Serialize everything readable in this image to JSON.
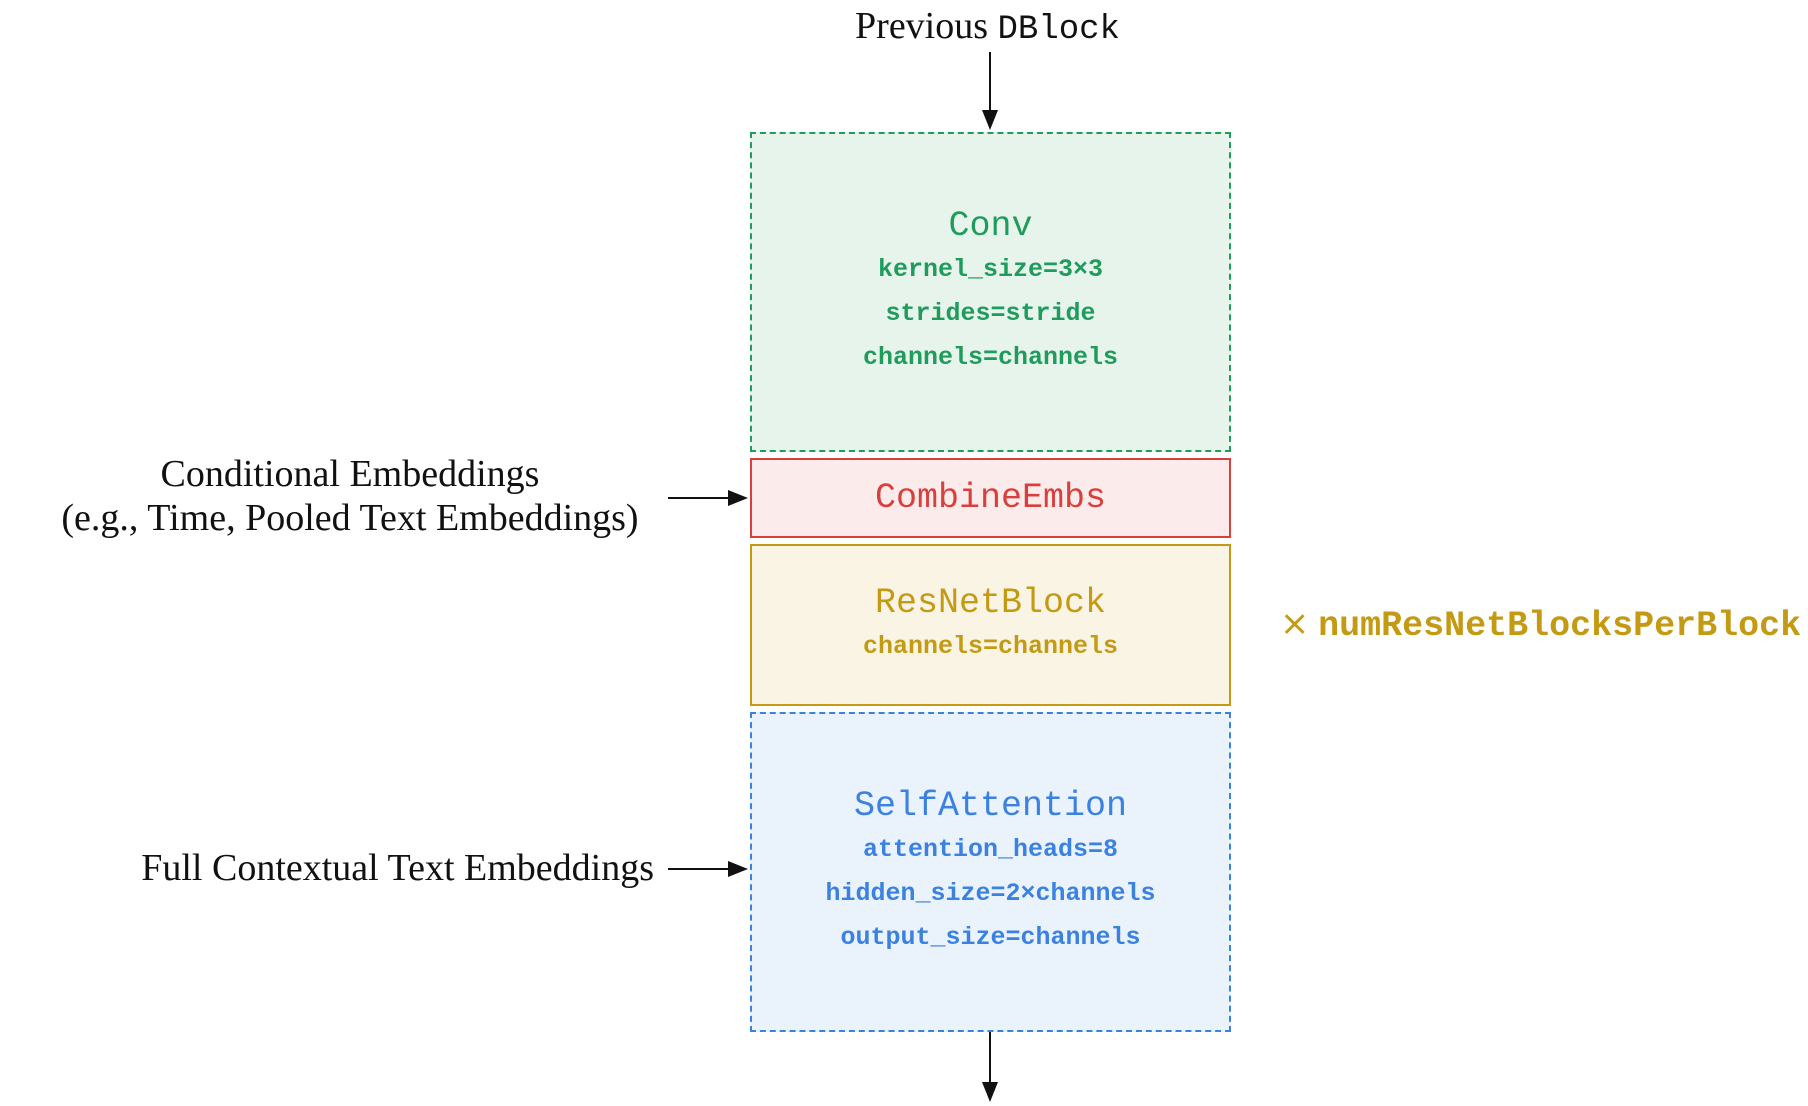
{
  "top_label": {
    "prefix": "Previous ",
    "code": "DBlock"
  },
  "blocks": {
    "conv": {
      "title": "Conv",
      "params": [
        "kernel_size=3×3",
        "strides=stride",
        "channels=channels"
      ],
      "color": "#1f9b5c",
      "fill": "#e7f4ec",
      "border_style": "dashed"
    },
    "combine": {
      "title": "CombineEmbs",
      "color": "#d8403e",
      "fill": "#fcebeb",
      "border_style": "solid"
    },
    "resnet": {
      "title": "ResNetBlock",
      "params": [
        "channels=channels"
      ],
      "color": "#c49a12",
      "fill": "#faf4e4",
      "border_style": "solid"
    },
    "attention": {
      "title": "SelfAttention",
      "params": [
        "attention_heads=8",
        "hidden_size=2×channels",
        "output_size=channels"
      ],
      "color": "#3b82e0",
      "fill": "#eaf2fc",
      "border_style": "dashed"
    }
  },
  "side_labels": {
    "conditional_line1": "Conditional Embeddings",
    "conditional_line2": "(e.g., Time, Pooled Text Embeddings)",
    "contextual": "Full Contextual Text Embeddings"
  },
  "repeat": {
    "symbol": "×",
    "name": "numResNetBlocksPerBlock"
  }
}
